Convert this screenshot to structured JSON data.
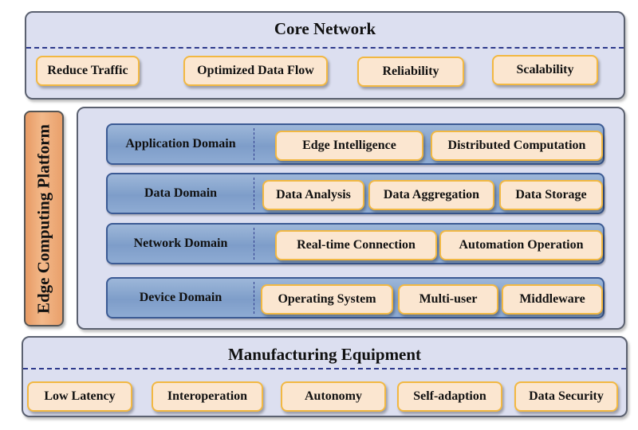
{
  "core_network": {
    "title": "Core Network",
    "items": [
      "Reduce Traffic",
      "Optimized Data Flow",
      "Reliability",
      "Scalability"
    ]
  },
  "edge_platform": {
    "label": "Edge Computing Platform",
    "domains": [
      {
        "name": "Application Domain",
        "items": [
          "Edge Intelligence",
          "Distributed Computation"
        ]
      },
      {
        "name": "Data Domain",
        "items": [
          "Data Analysis",
          "Data Aggregation",
          "Data Storage"
        ]
      },
      {
        "name": "Network Domain",
        "items": [
          "Real-time Connection",
          "Automation Operation"
        ]
      },
      {
        "name": "Device  Domain",
        "items": [
          "Operating System",
          "Multi-user",
          "Middleware"
        ]
      }
    ]
  },
  "manufacturing": {
    "title": "Manufacturing Equipment",
    "items": [
      "Low Latency",
      "Interoperation",
      "Autonomy",
      "Self-adaption",
      "Data Security"
    ]
  },
  "colors": {
    "panel_fill": "#dcdff0",
    "chip_fill": "#fbe6d0",
    "chip_border": "#f2b842",
    "domain_fill": "#8eabd3",
    "side_fill": "#f3b98a"
  }
}
